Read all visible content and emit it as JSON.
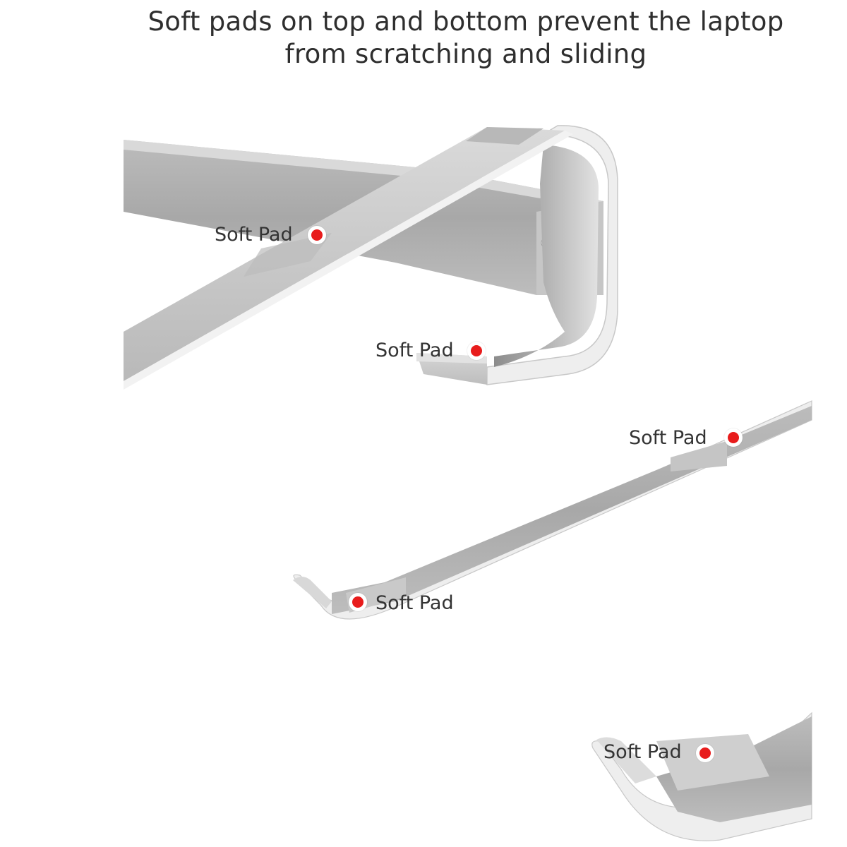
{
  "heading": {
    "line1": "Soft pads on top and bottom prevent the laptop",
    "line2": "from scratching and sliding"
  },
  "callouts": [
    {
      "label": "Soft Pad"
    },
    {
      "label": "Soft Pad"
    },
    {
      "label": "Soft Pad"
    },
    {
      "label": "Soft Pad"
    },
    {
      "label": "Soft Pad"
    }
  ],
  "colors": {
    "marker": "#e81c1c",
    "metal_light": "#e4e4e4",
    "metal_mid": "#c4c4c4",
    "metal_dark": "#9a9a9a",
    "text": "#333333"
  }
}
